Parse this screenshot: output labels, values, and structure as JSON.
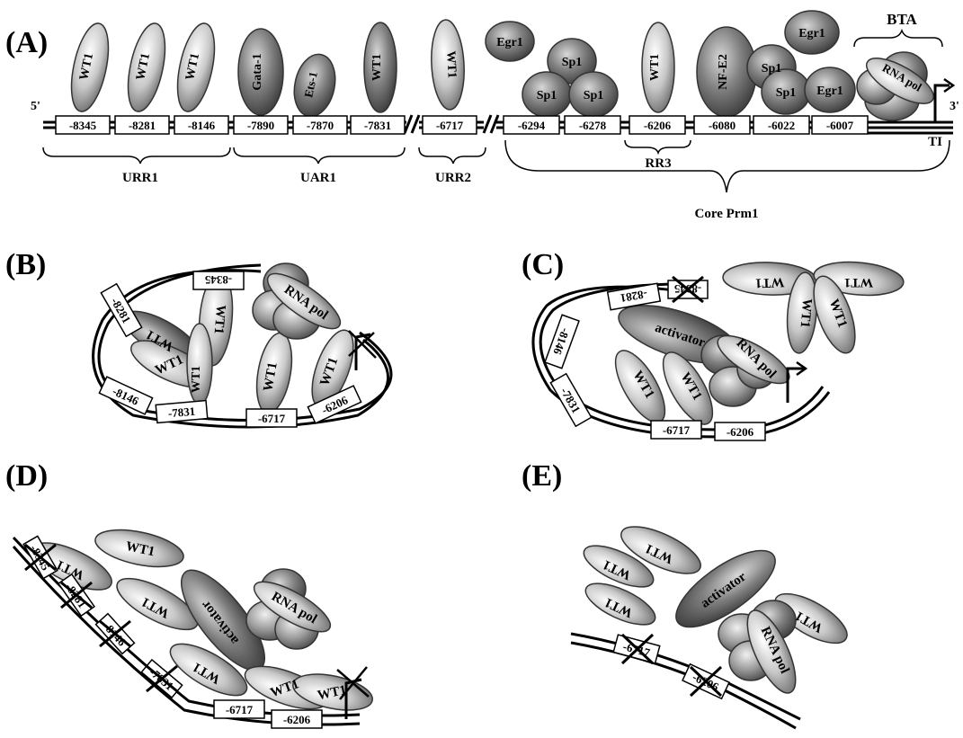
{
  "panels": {
    "A": {
      "label": "(A)",
      "end5": "5'",
      "end3": "3'",
      "sites": [
        "-8345",
        "-8281",
        "-8146",
        "-7890",
        "-7870",
        "-7831",
        "-6717",
        "-6294",
        "-6278",
        "-6206",
        "-6080",
        "-6022",
        "-6007"
      ],
      "factors": [
        "WT1",
        "WT1",
        "WT1",
        "Gata-1",
        "Ets-1",
        "WT1",
        "WT1",
        "Egr1",
        "Sp1",
        "Sp1",
        "Sp1",
        "WT1",
        "NF-E2",
        "Egr1",
        "Sp1",
        "Sp1",
        "Egr1",
        "RNA pol"
      ],
      "regions": [
        "URR1",
        "UAR1",
        "URR2",
        "RR3",
        "Core Prm1"
      ],
      "bta": "BTA",
      "ti": "TI"
    },
    "B": {
      "label": "(B)",
      "sites": [
        "-8345",
        "-8281",
        "-8146",
        "-7831",
        "-6717",
        "-6206"
      ],
      "factors": [
        "WT1",
        "WT1",
        "WT1",
        "WT1",
        "WT1",
        "WT1",
        "RNA pol"
      ]
    },
    "C": {
      "label": "(C)",
      "sites": [
        "-8345",
        "-8281",
        "-8146",
        "-7831",
        "-6717",
        "-6206"
      ],
      "factors": [
        "WT1",
        "WT1",
        "WT1",
        "WT1",
        "WT1",
        "WT1",
        "activator",
        "RNA pol"
      ]
    },
    "D": {
      "label": "(D)",
      "sites": [
        "-8345",
        "-8281",
        "-8146",
        "-7831",
        "-6717",
        "-6206"
      ],
      "factors": [
        "WT1",
        "WT1",
        "WT1",
        "WT1",
        "WT1",
        "WT1",
        "activator",
        "RNA pol"
      ]
    },
    "E": {
      "label": "(E)",
      "sites": [
        "-6717",
        "-6206"
      ],
      "factors": [
        "WT1",
        "WT1",
        "WT1",
        "WT1",
        "activator",
        "RNA pol"
      ]
    }
  },
  "colors": {
    "light": "#d0d0d0",
    "dark": "#6a6a6a",
    "polymerase": "#8a8a8a",
    "box": "#ffffff",
    "ink": "#000000"
  }
}
